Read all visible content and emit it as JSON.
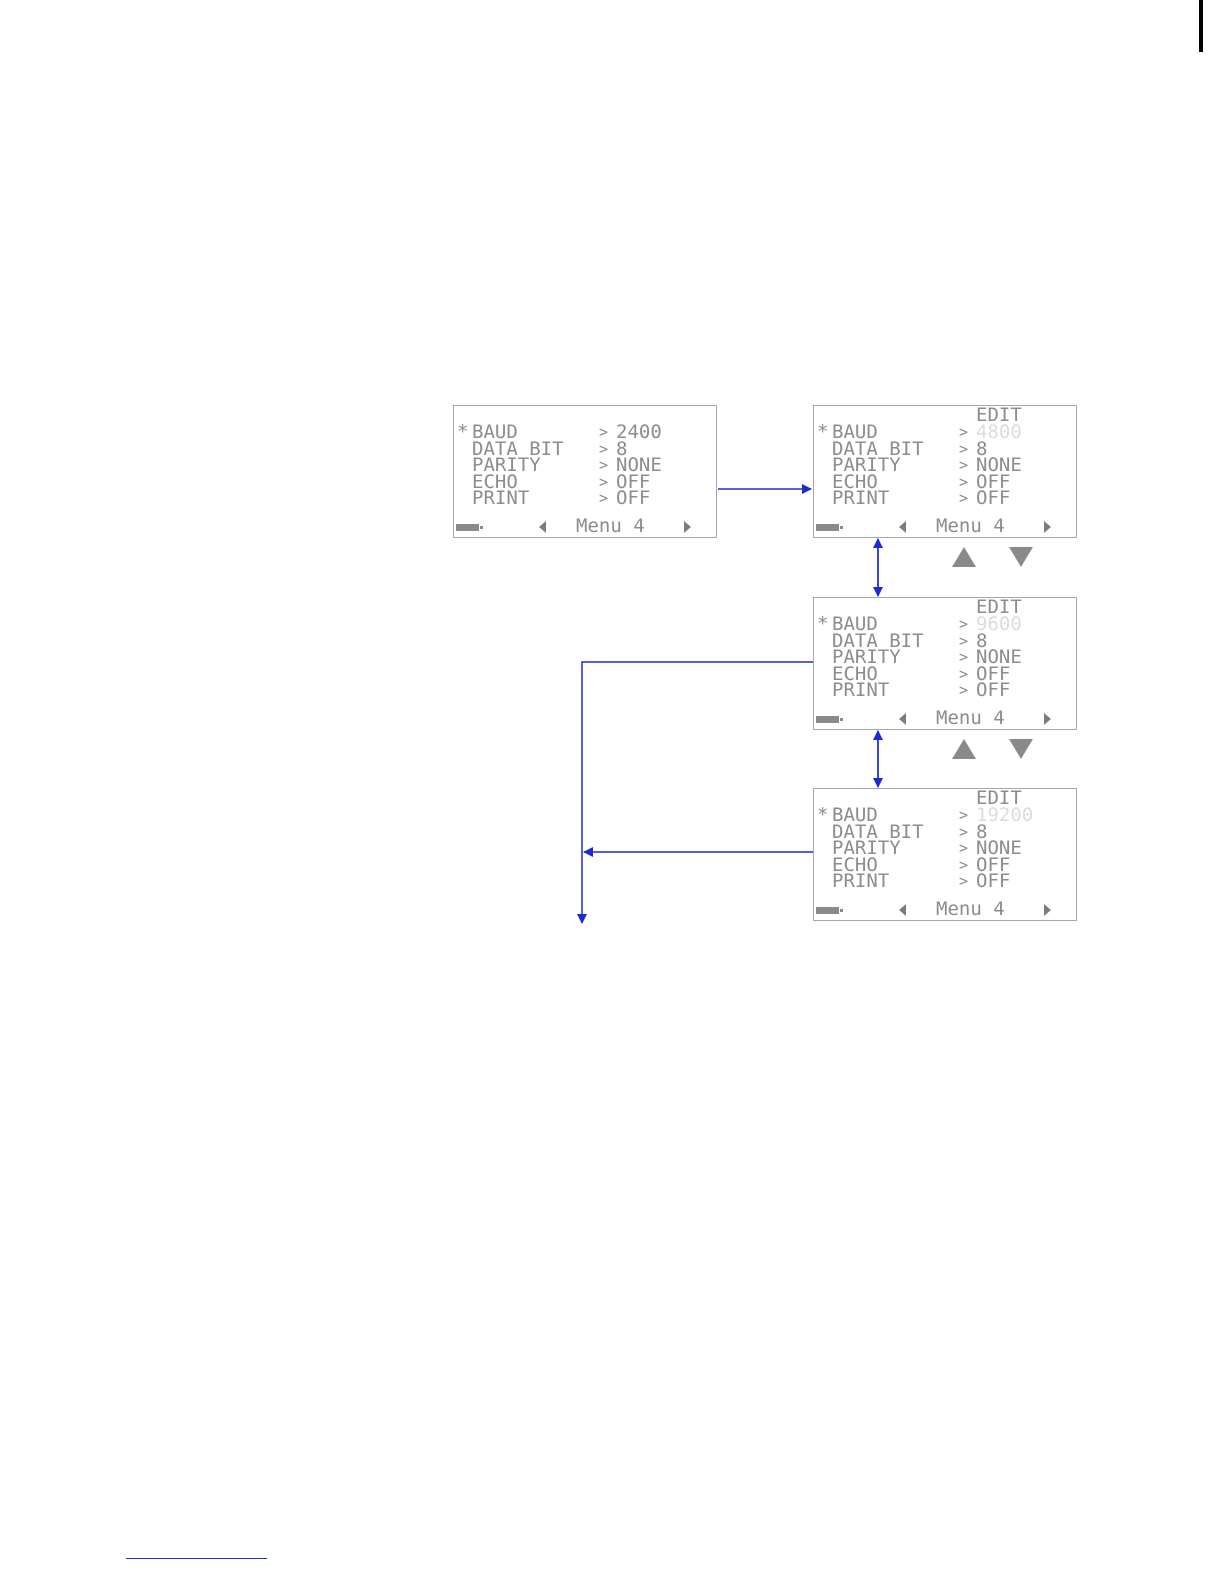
{
  "screens": [
    {
      "edit_label": "",
      "rows": [
        {
          "mark": "*",
          "label": "BAUD",
          "value": "2400"
        },
        {
          "mark": "",
          "label": "DATA BIT",
          "value": "8"
        },
        {
          "mark": "",
          "label": "PARITY",
          "value": "NONE"
        },
        {
          "mark": "",
          "label": "ECHO",
          "value": "OFF"
        },
        {
          "mark": "",
          "label": "PRINT",
          "value": "OFF"
        }
      ],
      "menu": "Menu 4"
    },
    {
      "edit_label": "EDIT",
      "rows": [
        {
          "mark": "*",
          "label": "BAUD",
          "value": "4800"
        },
        {
          "mark": "",
          "label": "DATA BIT",
          "value": "8"
        },
        {
          "mark": "",
          "label": "PARITY",
          "value": "NONE"
        },
        {
          "mark": "",
          "label": "ECHO",
          "value": "OFF"
        },
        {
          "mark": "",
          "label": "PRINT",
          "value": "OFF"
        }
      ],
      "menu": "Menu 4"
    },
    {
      "edit_label": "EDIT",
      "rows": [
        {
          "mark": "*",
          "label": "BAUD",
          "value": "9600"
        },
        {
          "mark": "",
          "label": "DATA BIT",
          "value": "8"
        },
        {
          "mark": "",
          "label": "PARITY",
          "value": "NONE"
        },
        {
          "mark": "",
          "label": "ECHO",
          "value": "OFF"
        },
        {
          "mark": "",
          "label": "PRINT",
          "value": "OFF"
        }
      ],
      "menu": "Menu 4"
    },
    {
      "edit_label": "EDIT",
      "rows": [
        {
          "mark": "*",
          "label": "BAUD",
          "value": "19200"
        },
        {
          "mark": "",
          "label": "DATA BIT",
          "value": "8"
        },
        {
          "mark": "",
          "label": "PARITY",
          "value": "NONE"
        },
        {
          "mark": "",
          "label": "ECHO",
          "value": "OFF"
        },
        {
          "mark": "",
          "label": "PRINT",
          "value": "OFF"
        }
      ],
      "menu": "Menu 4"
    }
  ],
  "row_separator": ">",
  "colors": {
    "arrow": "#1a2bd6",
    "lcd_text": "#8c8c8c",
    "lcd_border": "#a8a8a8",
    "edited_value": "#dcdcdc"
  },
  "icons": {
    "battery": "battery-icon",
    "left": "left-triangle-icon",
    "right": "right-triangle-icon",
    "up": "up-key-icon",
    "down": "down-key-icon"
  }
}
